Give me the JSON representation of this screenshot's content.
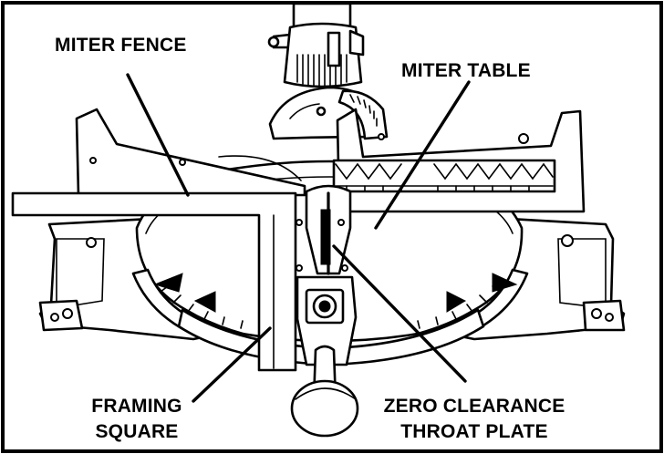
{
  "labels": {
    "miter_fence": "MITER FENCE",
    "miter_table": "MITER TABLE",
    "framing_square_line1": "FRAMING",
    "framing_square_line2": "SQUARE",
    "throat_plate_line1": "ZERO CLEARANCE",
    "throat_plate_line2": "THROAT PLATE"
  },
  "colors": {
    "ink": "#000000",
    "paper": "#ffffff"
  }
}
